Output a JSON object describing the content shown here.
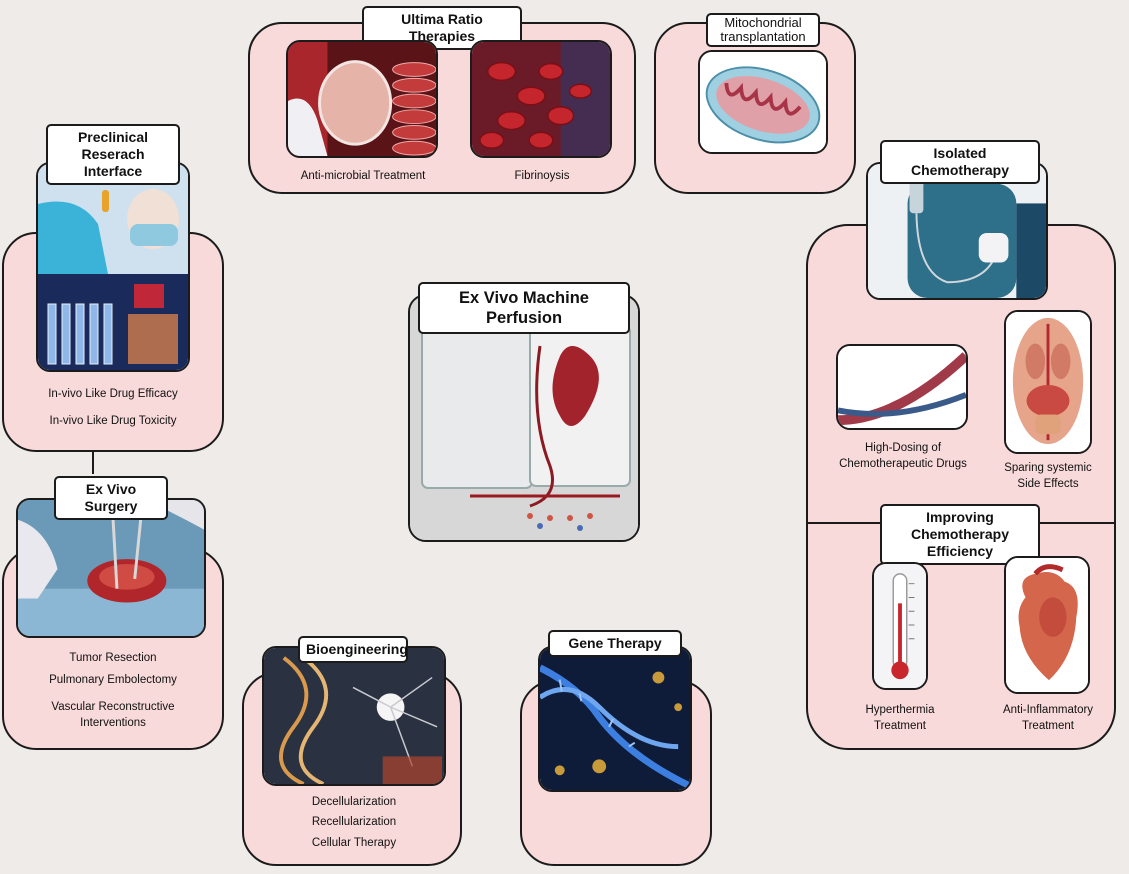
{
  "center": {
    "title": "Ex Vivo Machine Perfusion"
  },
  "ultima": {
    "title": "Ultima Ratio Therapies",
    "items": [
      {
        "label": "Anti-microbial Treatment"
      },
      {
        "label": "Fibrinoysis"
      }
    ]
  },
  "mito": {
    "title": "Mitochondrial transplantation"
  },
  "preclinical": {
    "title": "Preclinical Reserach Interface",
    "items": [
      {
        "label": "In-vivo Like Drug Efficacy"
      },
      {
        "label": "In-vivo Like Drug Toxicity"
      }
    ]
  },
  "isolated": {
    "title": "Isolated Chemotherapy",
    "items": [
      {
        "label": "High-Dosing of Chemotherapeutic Drugs"
      },
      {
        "label": "Sparing systemic Side Effects"
      }
    ]
  },
  "improving": {
    "title": "Improving Chemotherapy Efficiency",
    "items": [
      {
        "label": "Hyperthermia Treatment"
      },
      {
        "label": "Anti-Inflammatory Treatment"
      }
    ]
  },
  "surgery": {
    "title": "Ex Vivo Surgery",
    "items": [
      {
        "label": "Tumor Resection"
      },
      {
        "label": "Pulmonary Embolectomy"
      },
      {
        "label": "Vascular Reconstructive Interventions"
      }
    ]
  },
  "bio": {
    "title": "Bioengineering",
    "items": [
      {
        "label": "Decellularization"
      },
      {
        "label": "Recellularization"
      },
      {
        "label": "Cellular Therapy"
      }
    ]
  },
  "gene": {
    "title": "Gene Therapy"
  },
  "colors": {
    "panel": "#f9dada",
    "border": "#1b1b1b",
    "background": "#efebe8"
  }
}
